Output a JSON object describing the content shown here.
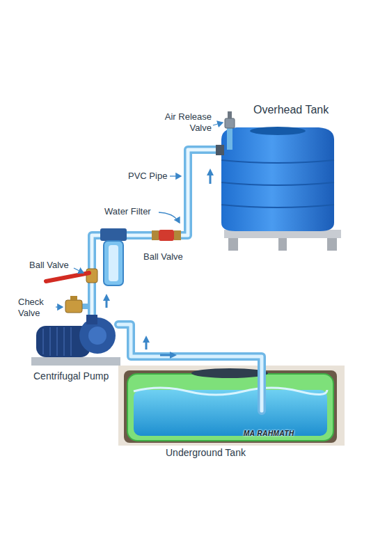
{
  "diagram": {
    "labels": [
      "Air Release Valve",
      "Overhead Tank",
      "PVC Pipe",
      "Water Filter",
      "Ball Valve",
      "Ball Valve",
      "Check Valve",
      "Centrifugal Pump",
      "Underground Tank",
      "MA RAHMATH"
    ]
  }
}
